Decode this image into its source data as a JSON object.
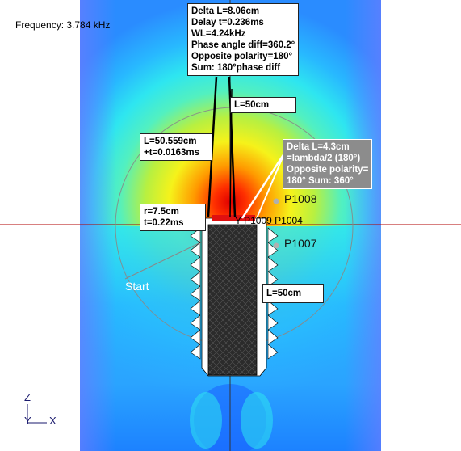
{
  "frequency_label": "Frequency: 3.784 kHz",
  "annotations": {
    "top_box": [
      "Delta L=8.06cm",
      "Delay t=0.236ms",
      "WL=4.24kHz",
      "Phase angle diff=360.2°",
      "Opposite polarity=180°",
      "Sum: 180°phase diff"
    ],
    "l50_top": "L=50cm",
    "l50559": [
      "L=50.559cm",
      "+t=0.0163ms"
    ],
    "delta_box": [
      "Delta L=4.3cm",
      "=lambda/2 (180°)",
      "Opposite polarity=",
      "180° Sum: 360°"
    ],
    "r_box": [
      "r=7.5cm",
      "t=0.22ms"
    ],
    "l50_right": "L=50cm"
  },
  "probes": {
    "p1008": "P1008",
    "p1007": "P1007",
    "overlap": "Y P1009 P1004"
  },
  "start_label": "Start",
  "axes": {
    "z": "Z",
    "y": "Y",
    "x": "X"
  },
  "colors": {
    "field_blue": "#3aa0ff",
    "field_cyan": "#3ef0f0",
    "field_yellow": "#f0f020",
    "field_red": "#e01010",
    "edge_blue": "#6a7bff"
  }
}
